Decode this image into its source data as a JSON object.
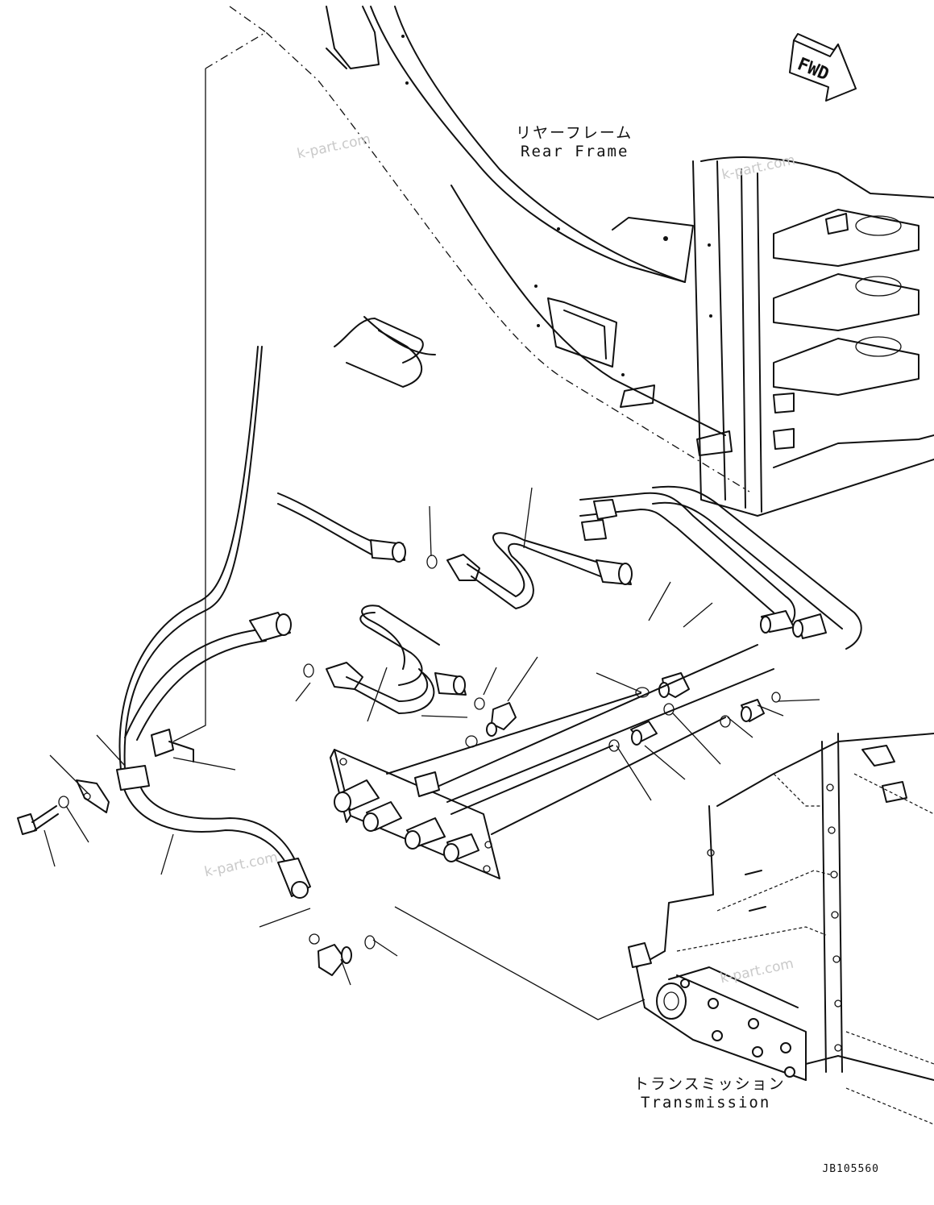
{
  "labels": {
    "rear_frame_jp": "リヤーフレーム",
    "rear_frame_en": "Rear Frame",
    "transmission_jp": "トランスミッション",
    "transmission_en": "Transmission",
    "fwd": "FWD"
  },
  "watermark": "k-part.com",
  "drawing_code": "JB105560"
}
